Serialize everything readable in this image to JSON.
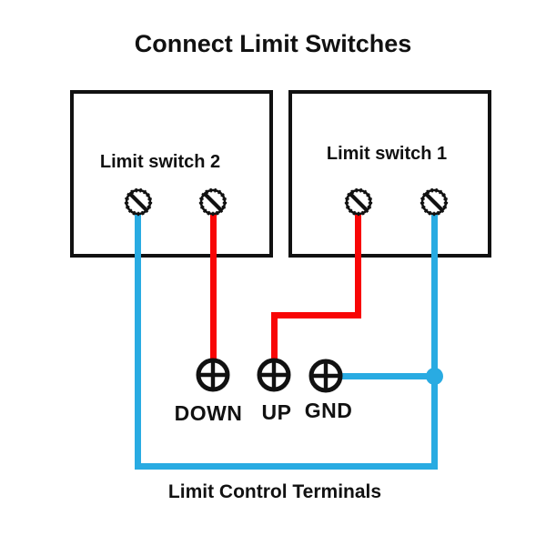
{
  "diagram": {
    "title": "Connect Limit Switches",
    "caption": "Limit Control Terminals",
    "switch_boxes": [
      {
        "label": "Limit switch 2",
        "screws": [
          "left screw (blue wire)",
          "right screw (red wire)"
        ]
      },
      {
        "label": "Limit switch 1",
        "screws": [
          "left screw (red wire)",
          "right screw (blue wire)"
        ]
      }
    ],
    "control_terminals": [
      {
        "label": "DOWN"
      },
      {
        "label": "UP"
      },
      {
        "label": "GND"
      }
    ],
    "wires": [
      {
        "name": "red-wire-down",
        "color": "#f80606",
        "from": "Limit switch 2 right screw",
        "to": "DOWN terminal"
      },
      {
        "name": "red-wire-up",
        "color": "#f80606",
        "from": "Limit switch 1 left screw",
        "to": "UP terminal"
      },
      {
        "name": "blue-wire-loop",
        "color": "#29abe2",
        "from": "Limit switch 2 left screw",
        "to": "Limit switch 1 right screw"
      },
      {
        "name": "blue-wire-gnd-tap",
        "color": "#29abe2",
        "from": "blue loop junction",
        "to": "GND terminal"
      }
    ],
    "colors": {
      "wire_red": "#f80606",
      "wire_blue": "#29abe2",
      "outline": "#111111",
      "background": "#ffffff"
    }
  }
}
